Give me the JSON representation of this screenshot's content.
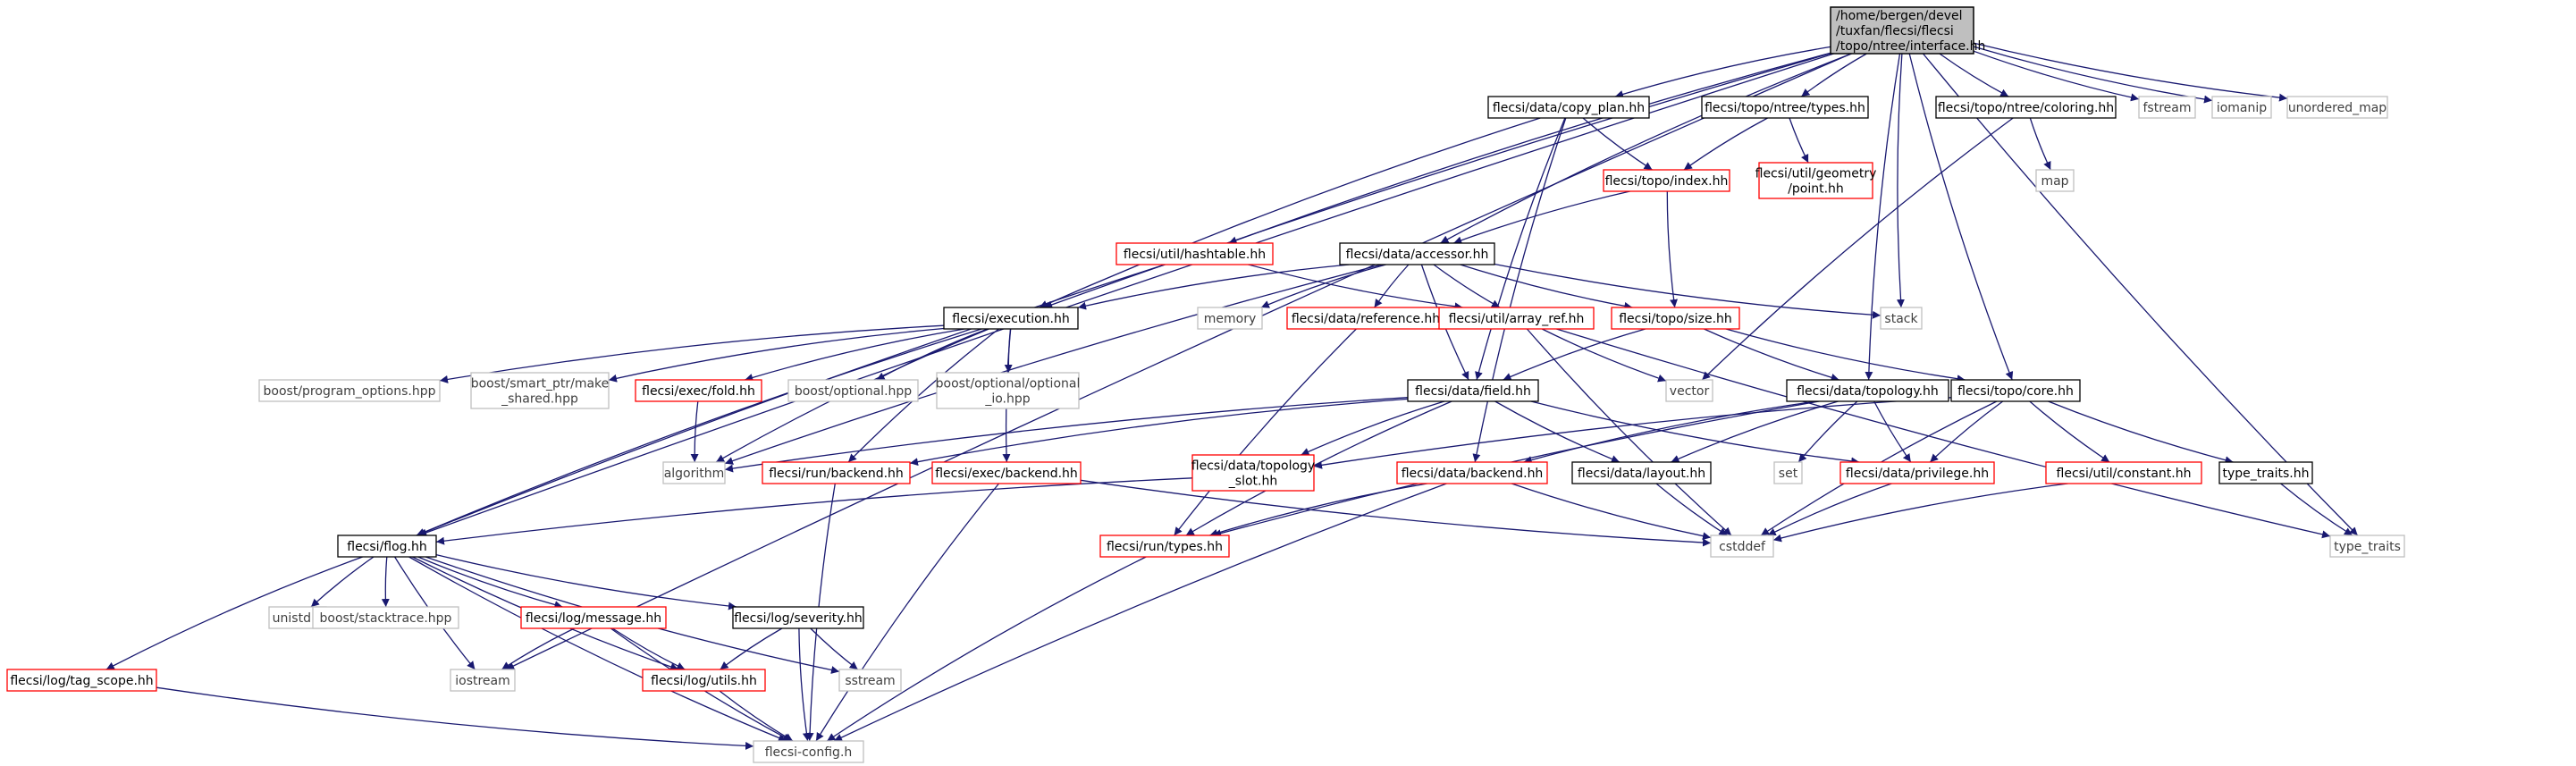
{
  "colors": {
    "edge": "#191970",
    "root_fill": "#bfbfbf",
    "box_fill": "#ffffff",
    "text": "#000000",
    "text_system": "#3f3f3f",
    "border_black": "#000000",
    "border_red": "#ff0000",
    "border_gray": "#bfbfbf"
  },
  "nodes": [
    {
      "id": "root",
      "lines": [
        "/home/bergen/devel",
        "/tuxfan/flecsi/flecsi",
        "/topo/ntree/interface.hh"
      ],
      "kind": "root"
    },
    {
      "id": "copy_plan",
      "lines": [
        "flecsi/data/copy_plan.hh"
      ],
      "kind": "black"
    },
    {
      "id": "ntree_types",
      "lines": [
        "flecsi/topo/ntree/types.hh"
      ],
      "kind": "black"
    },
    {
      "id": "ntree_coloring",
      "lines": [
        "flecsi/topo/ntree/coloring.hh"
      ],
      "kind": "black"
    },
    {
      "id": "fstream",
      "lines": [
        "fstream"
      ],
      "kind": "gray"
    },
    {
      "id": "iomanip",
      "lines": [
        "iomanip"
      ],
      "kind": "gray"
    },
    {
      "id": "unordered_map",
      "lines": [
        "unordered_map"
      ],
      "kind": "gray"
    },
    {
      "id": "topo_index",
      "lines": [
        "flecsi/topo/index.hh"
      ],
      "kind": "red"
    },
    {
      "id": "geometry_point",
      "lines": [
        "flecsi/util/geometry",
        "/point.hh"
      ],
      "kind": "red"
    },
    {
      "id": "map",
      "lines": [
        "map"
      ],
      "kind": "gray"
    },
    {
      "id": "hashtable",
      "lines": [
        "flecsi/util/hashtable.hh"
      ],
      "kind": "red"
    },
    {
      "id": "accessor",
      "lines": [
        "flecsi/data/accessor.hh"
      ],
      "kind": "black"
    },
    {
      "id": "stack",
      "lines": [
        "stack"
      ],
      "kind": "gray"
    },
    {
      "id": "execution",
      "lines": [
        "flecsi/execution.hh"
      ],
      "kind": "black"
    },
    {
      "id": "memory",
      "lines": [
        "memory"
      ],
      "kind": "gray"
    },
    {
      "id": "reference",
      "lines": [
        "flecsi/data/reference.hh"
      ],
      "kind": "red"
    },
    {
      "id": "array_ref",
      "lines": [
        "flecsi/util/array_ref.hh"
      ],
      "kind": "red"
    },
    {
      "id": "topo_size",
      "lines": [
        "flecsi/topo/size.hh"
      ],
      "kind": "red"
    },
    {
      "id": "program_options",
      "lines": [
        "boost/program_options.hpp"
      ],
      "kind": "gray"
    },
    {
      "id": "smart_ptr",
      "lines": [
        "boost/smart_ptr/make",
        "_shared.hpp"
      ],
      "kind": "gray"
    },
    {
      "id": "exec_fold",
      "lines": [
        "flecsi/exec/fold.hh"
      ],
      "kind": "red"
    },
    {
      "id": "boost_optional",
      "lines": [
        "boost/optional.hpp"
      ],
      "kind": "gray"
    },
    {
      "id": "optional_io",
      "lines": [
        "boost/optional/optional",
        "_io.hpp"
      ],
      "kind": "gray"
    },
    {
      "id": "data_field",
      "lines": [
        "flecsi/data/field.hh"
      ],
      "kind": "black"
    },
    {
      "id": "vector",
      "lines": [
        "vector"
      ],
      "kind": "gray"
    },
    {
      "id": "data_topology",
      "lines": [
        "flecsi/data/topology.hh"
      ],
      "kind": "black"
    },
    {
      "id": "topo_core",
      "lines": [
        "flecsi/topo/core.hh"
      ],
      "kind": "black"
    },
    {
      "id": "algorithm",
      "lines": [
        "algorithm"
      ],
      "kind": "gray"
    },
    {
      "id": "run_backend",
      "lines": [
        "flecsi/run/backend.hh"
      ],
      "kind": "red"
    },
    {
      "id": "exec_backend",
      "lines": [
        "flecsi/exec/backend.hh"
      ],
      "kind": "red"
    },
    {
      "id": "topology_slot",
      "lines": [
        "flecsi/data/topology",
        "_slot.hh"
      ],
      "kind": "red"
    },
    {
      "id": "data_backend",
      "lines": [
        "flecsi/data/backend.hh"
      ],
      "kind": "red"
    },
    {
      "id": "data_layout",
      "lines": [
        "flecsi/data/layout.hh"
      ],
      "kind": "black"
    },
    {
      "id": "set",
      "lines": [
        "set"
      ],
      "kind": "gray"
    },
    {
      "id": "privilege",
      "lines": [
        "flecsi/data/privilege.hh"
      ],
      "kind": "red"
    },
    {
      "id": "util_constant",
      "lines": [
        "flecsi/util/constant.hh"
      ],
      "kind": "red"
    },
    {
      "id": "type_traits_hh",
      "lines": [
        "type_traits.hh"
      ],
      "kind": "black"
    },
    {
      "id": "flog",
      "lines": [
        "flecsi/flog.hh"
      ],
      "kind": "black"
    },
    {
      "id": "run_types",
      "lines": [
        "flecsi/run/types.hh"
      ],
      "kind": "red"
    },
    {
      "id": "cstddef",
      "lines": [
        "cstddef"
      ],
      "kind": "gray"
    },
    {
      "id": "type_traits",
      "lines": [
        "type_traits"
      ],
      "kind": "gray"
    },
    {
      "id": "unistd",
      "lines": [
        "unistd.h"
      ],
      "kind": "gray"
    },
    {
      "id": "stacktrace",
      "lines": [
        "boost/stacktrace.hpp"
      ],
      "kind": "gray"
    },
    {
      "id": "log_message",
      "lines": [
        "flecsi/log/message.hh"
      ],
      "kind": "red"
    },
    {
      "id": "log_severity",
      "lines": [
        "flecsi/log/severity.hh"
      ],
      "kind": "black"
    },
    {
      "id": "iostream",
      "lines": [
        "iostream"
      ],
      "kind": "gray"
    },
    {
      "id": "sstream",
      "lines": [
        "sstream"
      ],
      "kind": "gray"
    },
    {
      "id": "log_utils",
      "lines": [
        "flecsi/log/utils.hh"
      ],
      "kind": "red"
    },
    {
      "id": "tag_scope",
      "lines": [
        "flecsi/log/tag_scope.hh"
      ],
      "kind": "red"
    },
    {
      "id": "flecsi_config",
      "lines": [
        "flecsi-config.h"
      ],
      "kind": "gray"
    }
  ],
  "edges": [
    [
      "root",
      "copy_plan"
    ],
    [
      "root",
      "ntree_types"
    ],
    [
      "root",
      "ntree_coloring"
    ],
    [
      "root",
      "fstream"
    ],
    [
      "root",
      "iomanip"
    ],
    [
      "root",
      "unordered_map"
    ],
    [
      "root",
      "hashtable"
    ],
    [
      "root",
      "accessor"
    ],
    [
      "root",
      "stack"
    ],
    [
      "root",
      "execution"
    ],
    [
      "root",
      "data_topology"
    ],
    [
      "root",
      "topo_core"
    ],
    [
      "root",
      "type_traits"
    ],
    [
      "root",
      "flog"
    ],
    [
      "root",
      "iostream"
    ],
    [
      "copy_plan",
      "topo_index"
    ],
    [
      "copy_plan",
      "execution"
    ],
    [
      "copy_plan",
      "data_field"
    ],
    [
      "copy_plan",
      "data_backend"
    ],
    [
      "ntree_types",
      "topo_index"
    ],
    [
      "ntree_types",
      "geometry_point"
    ],
    [
      "ntree_coloring",
      "map"
    ],
    [
      "ntree_coloring",
      "vector"
    ],
    [
      "topo_index",
      "accessor"
    ],
    [
      "topo_index",
      "topo_size"
    ],
    [
      "hashtable",
      "array_ref"
    ],
    [
      "hashtable",
      "flog"
    ],
    [
      "accessor",
      "execution"
    ],
    [
      "accessor",
      "memory"
    ],
    [
      "accessor",
      "reference"
    ],
    [
      "accessor",
      "array_ref"
    ],
    [
      "accessor",
      "topo_size"
    ],
    [
      "accessor",
      "data_field"
    ],
    [
      "accessor",
      "stack"
    ],
    [
      "accessor",
      "algorithm"
    ],
    [
      "execution",
      "program_options"
    ],
    [
      "execution",
      "smart_ptr"
    ],
    [
      "execution",
      "exec_fold"
    ],
    [
      "execution",
      "boost_optional"
    ],
    [
      "execution",
      "optional_io"
    ],
    [
      "execution",
      "flog"
    ],
    [
      "execution",
      "run_backend"
    ],
    [
      "execution",
      "exec_backend"
    ],
    [
      "execution",
      "algorithm"
    ],
    [
      "reference",
      "run_types"
    ],
    [
      "array_ref",
      "vector"
    ],
    [
      "array_ref",
      "cstddef"
    ],
    [
      "array_ref",
      "type_traits"
    ],
    [
      "topo_size",
      "data_field"
    ],
    [
      "topo_size",
      "data_topology"
    ],
    [
      "topo_size",
      "topo_core"
    ],
    [
      "exec_fold",
      "algorithm"
    ],
    [
      "data_field",
      "algorithm"
    ],
    [
      "data_field",
      "run_backend"
    ],
    [
      "data_field",
      "topology_slot"
    ],
    [
      "data_field",
      "data_layout"
    ],
    [
      "data_field",
      "privilege"
    ],
    [
      "data_field",
      "run_types"
    ],
    [
      "data_topology",
      "data_backend"
    ],
    [
      "data_topology",
      "data_layout"
    ],
    [
      "data_topology",
      "set"
    ],
    [
      "data_topology",
      "privilege"
    ],
    [
      "data_topology",
      "run_types"
    ],
    [
      "topo_core",
      "topology_slot"
    ],
    [
      "topo_core",
      "privilege"
    ],
    [
      "topo_core",
      "util_constant"
    ],
    [
      "topo_core",
      "type_traits_hh"
    ],
    [
      "topo_core",
      "cstddef"
    ],
    [
      "run_backend",
      "flecsi_config"
    ],
    [
      "exec_backend",
      "flecsi_config"
    ],
    [
      "exec_backend",
      "cstddef"
    ],
    [
      "topology_slot",
      "flog"
    ],
    [
      "data_backend",
      "run_types"
    ],
    [
      "data_backend",
      "cstddef"
    ],
    [
      "data_backend",
      "flecsi_config"
    ],
    [
      "data_layout",
      "cstddef"
    ],
    [
      "privilege",
      "cstddef"
    ],
    [
      "util_constant",
      "cstddef"
    ],
    [
      "type_traits_hh",
      "type_traits"
    ],
    [
      "run_types",
      "flecsi_config"
    ],
    [
      "flog",
      "tag_scope"
    ],
    [
      "flog",
      "unistd"
    ],
    [
      "flog",
      "stacktrace"
    ],
    [
      "flog",
      "log_message"
    ],
    [
      "flog",
      "log_severity"
    ],
    [
      "flog",
      "iostream"
    ],
    [
      "flog",
      "sstream"
    ],
    [
      "flog",
      "log_utils"
    ],
    [
      "flog",
      "flecsi_config"
    ],
    [
      "log_message",
      "iostream"
    ],
    [
      "log_message",
      "log_utils"
    ],
    [
      "log_message",
      "flecsi_config"
    ],
    [
      "log_severity",
      "log_utils"
    ],
    [
      "log_severity",
      "sstream"
    ],
    [
      "log_severity",
      "flecsi_config"
    ],
    [
      "log_utils",
      "flecsi_config"
    ],
    [
      "tag_scope",
      "flecsi_config"
    ]
  ]
}
